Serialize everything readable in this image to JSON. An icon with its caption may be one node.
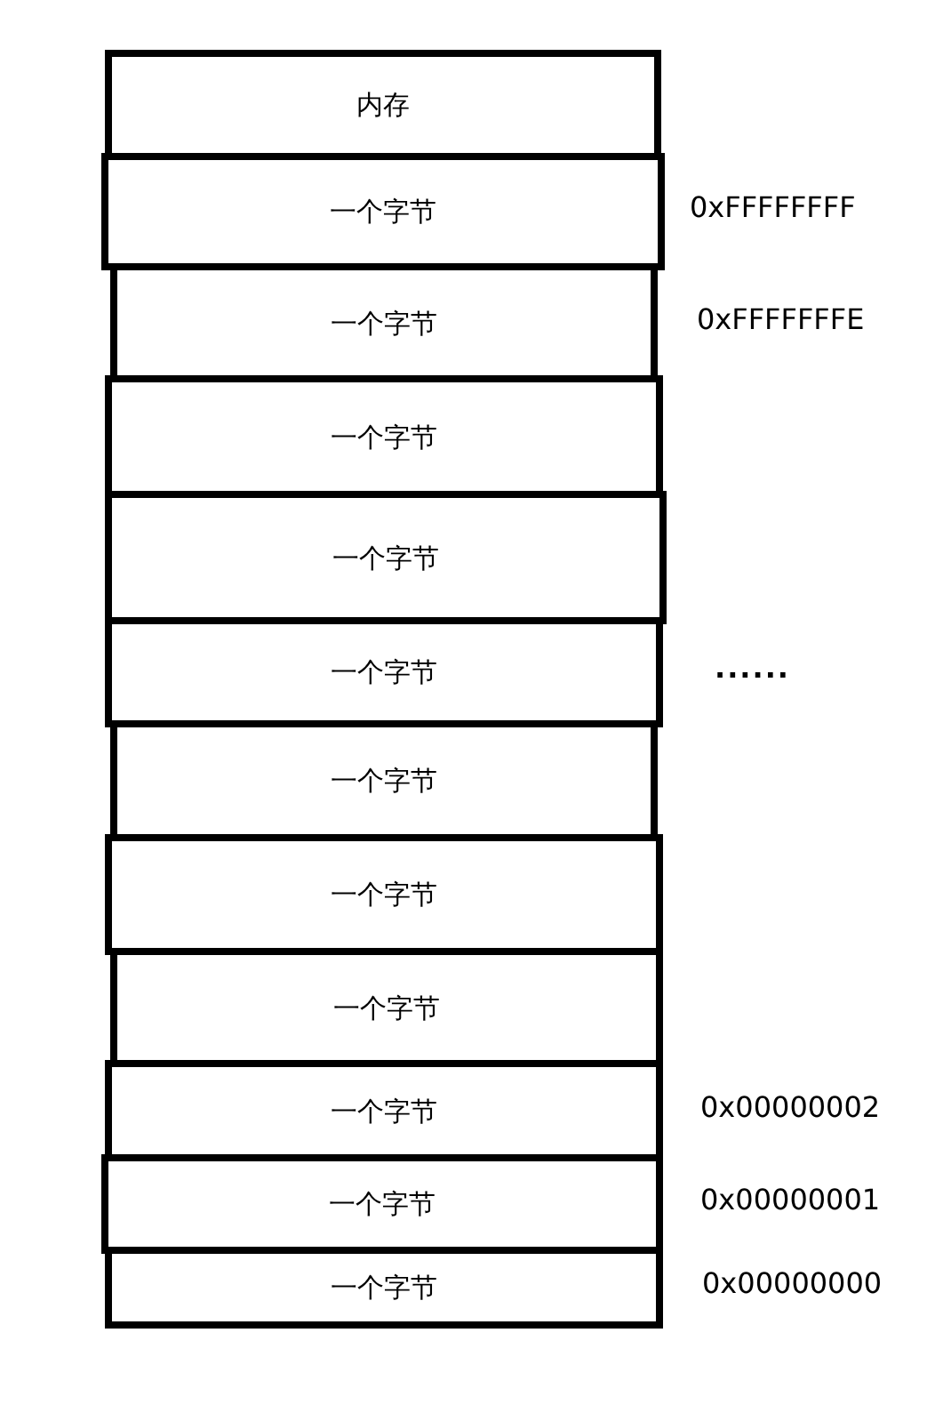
{
  "diagram": {
    "nodes": [
      {
        "text": [
          "内存"
        ]
      },
      {
        "text": [
          "一个字节"
        ],
        "beside": [
          "0xFFFFFFFF"
        ]
      },
      {
        "text": [
          "一个字节"
        ],
        "beside": [
          "0xFFFFFFFE"
        ]
      },
      {
        "text": [
          "一个字节"
        ]
      },
      {
        "text": [
          "一个字节"
        ]
      },
      {
        "text": [
          "一个字节"
        ]
      },
      {
        "text": [
          "一个字节"
        ]
      },
      {
        "text": [
          "一个字节"
        ]
      },
      {
        "text": [
          "一个字节"
        ]
      },
      {
        "text": [
          "一个字节"
        ],
        "beside": [
          "0x00000002"
        ]
      },
      {
        "text": [
          "一个字节"
        ],
        "beside": [
          "0x00000001"
        ]
      },
      {
        "text": [
          "一个字节"
        ],
        "beside": [
          "0x00000000"
        ]
      }
    ],
    "labels": [
      "......"
    ]
  }
}
